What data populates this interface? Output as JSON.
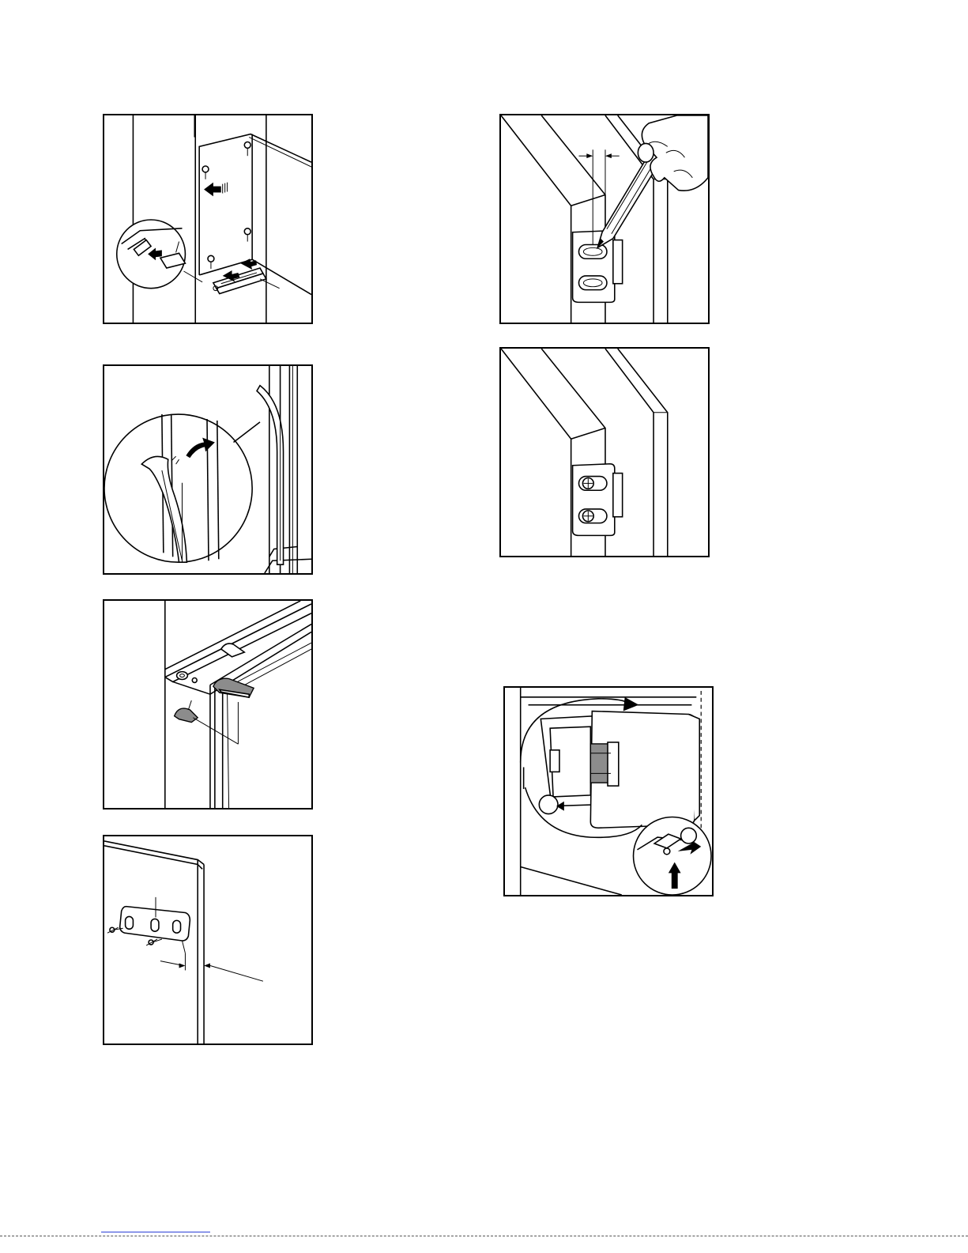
{
  "page": {
    "figures": [
      {
        "id": "fig-1",
        "icon": "vent-grille-clip-icon"
      },
      {
        "id": "fig-2",
        "icon": "seal-strip-icon"
      },
      {
        "id": "fig-3",
        "icon": "hinge-cover-icon"
      },
      {
        "id": "fig-4",
        "icon": "door-bracket-icon"
      },
      {
        "id": "fig-5",
        "icon": "pencil-marking-icon"
      },
      {
        "id": "fig-6",
        "icon": "screwed-bracket-icon"
      },
      {
        "id": "fig-7",
        "icon": "door-reversal-icon"
      }
    ],
    "colors": {
      "ink": "#000000",
      "fill_gray": "#8c8c8c",
      "paper": "#ffffff",
      "footer_link": "#2a3fd6"
    }
  }
}
